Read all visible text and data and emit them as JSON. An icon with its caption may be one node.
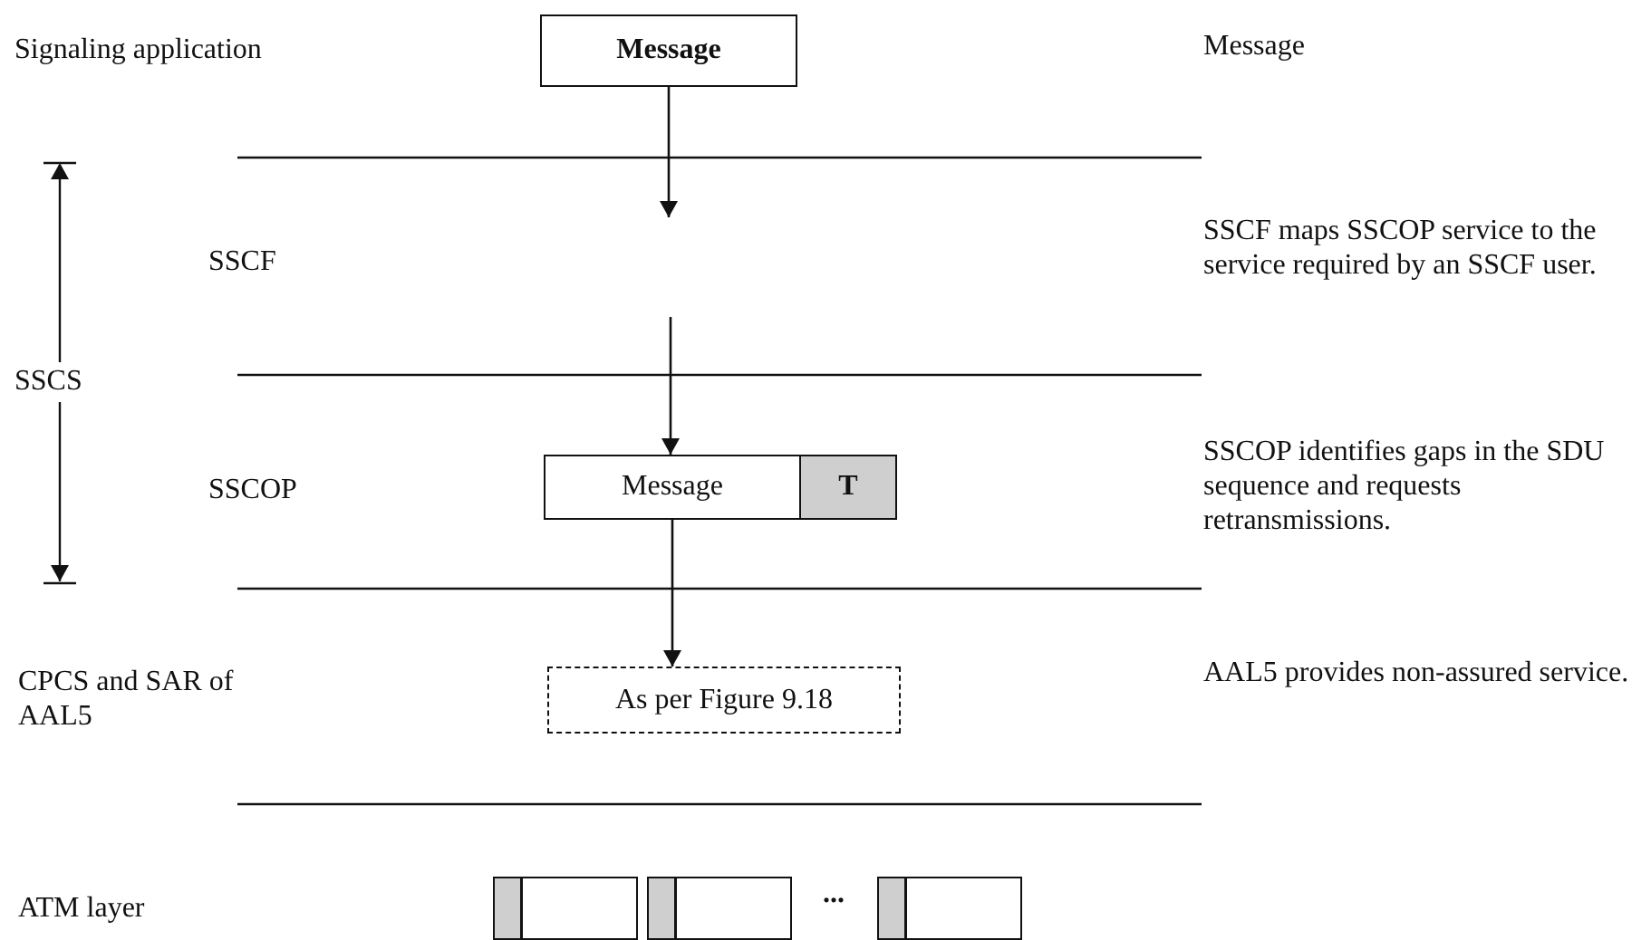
{
  "diagram": {
    "nodes": [
      {
        "text": [
          "Message"
        ]
      },
      {
        "text": [
          "Message"
        ]
      },
      {
        "text": [
          "T"
        ]
      },
      {
        "text": [
          "As per Figure 9.18"
        ]
      },
      {
        "text": [],
        "shape": "box"
      },
      {
        "text": [],
        "shape": "box"
      },
      {
        "text": [],
        "shape": "box"
      }
    ],
    "edges": [
      {
        "from": 0,
        "to": null,
        "arrow": "to"
      },
      {
        "from": null,
        "to": 1,
        "arrow": "to"
      },
      {
        "from": 1,
        "to": 3,
        "arrow": "to"
      }
    ],
    "labels": [
      "Signaling application",
      "Message",
      "SSCF",
      "SSCF maps SSCOP service to the service required by an SSCF user.",
      "SSCS",
      "SSCOP",
      "SSCOP identifies gaps in the SDU sequence and requests retransmissions.",
      "CPCS and SAR of AAL5",
      "AAL5 provides non-assured service.",
      "ATM layer",
      "..."
    ]
  }
}
